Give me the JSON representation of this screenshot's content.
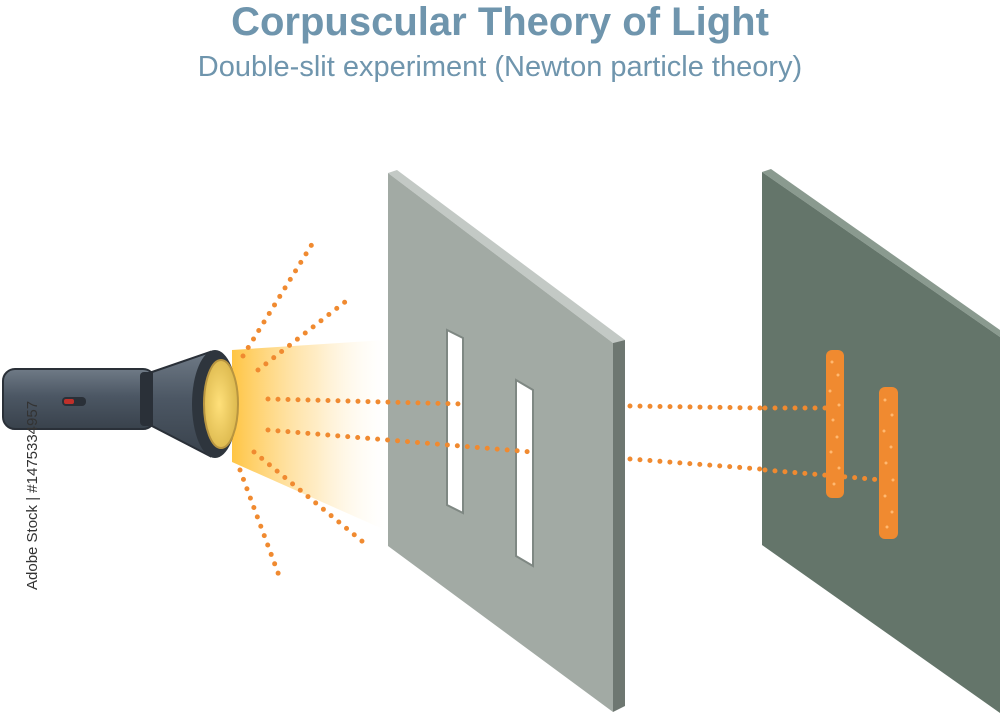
{
  "header": {
    "title": "Corpuscular Theory of Light",
    "subtitle": "Double-slit experiment (Newton particle theory)"
  },
  "watermark": {
    "stock_id": "Adobe Stock | #1475334957"
  },
  "colors": {
    "title": "#6f95ad",
    "particle": "#f08a30",
    "slit_panel": "#a2aaa4",
    "detector_panel": "#64756a",
    "torch_body": "#4f5a66",
    "beam": "#ffc23a"
  },
  "icons": [
    "flashlight-icon"
  ]
}
